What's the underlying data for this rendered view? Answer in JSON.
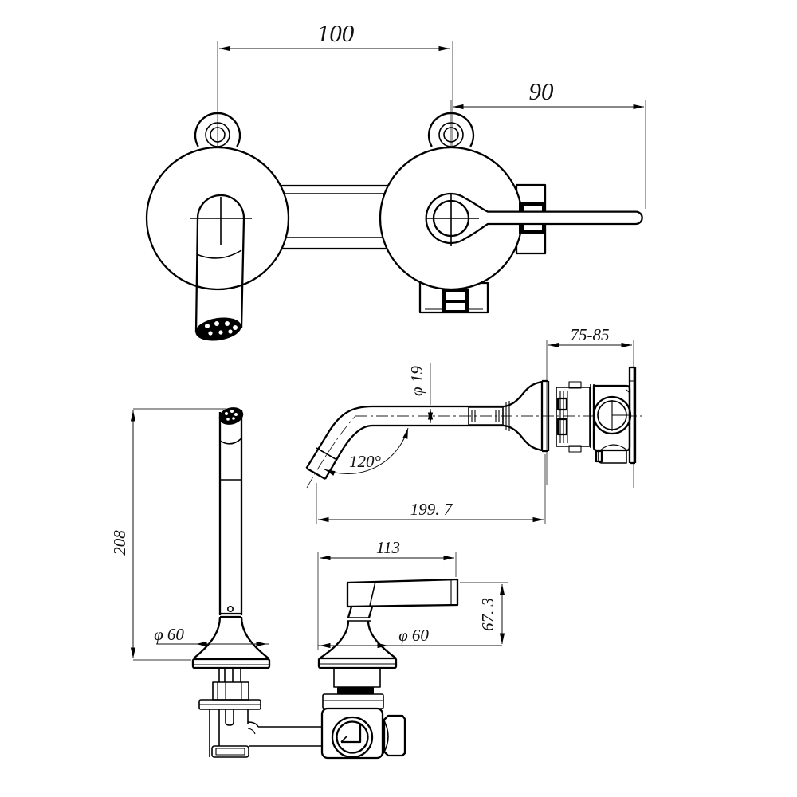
{
  "colors": {
    "ink": "#000000",
    "paper": "#ffffff"
  },
  "views": {
    "installation_front": {
      "center_distance": "100",
      "handle_reach": "90"
    },
    "spout_side": {
      "wall_depth": "75-85",
      "spout_diameter": "φ 19",
      "bend_angle": "120°",
      "spout_reach": "199. 7"
    },
    "spout_front": {
      "height": "208",
      "base_diameter": "φ 60"
    },
    "handle_side": {
      "lever_length": "113",
      "base_diameter": "φ 60",
      "height": "67. 3"
    }
  }
}
